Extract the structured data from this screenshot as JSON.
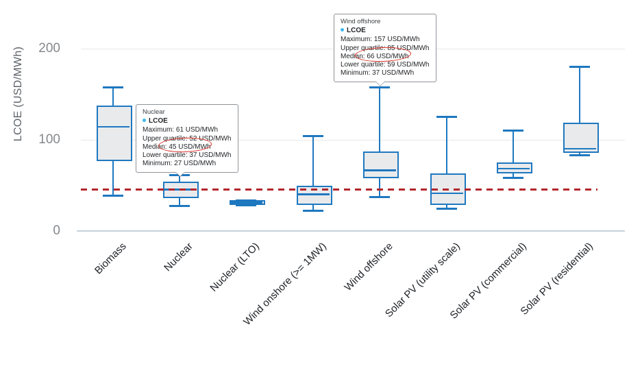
{
  "chart_data": {
    "type": "boxplot",
    "title": "",
    "xlabel": "",
    "ylabel": "LCOE (USD/MWh)",
    "unit": "USD/MWh",
    "ylim": [
      0,
      208
    ],
    "yticks": [
      200,
      100,
      0
    ],
    "ytick_labels": [
      "200",
      "100",
      "0"
    ],
    "grid": "horizontal",
    "legend_position": "none",
    "categories": [
      "Biomass",
      "Nuclear",
      "Nuclear (LTO)",
      "Wind onshore (>= 1MW)",
      "Wind offshore",
      "Solar PV (utility scale)",
      "Solar PV (commercial)",
      "Solar PV (residential)"
    ],
    "series": [
      {
        "name": "LCOE",
        "boxes": [
          {
            "category": "Biomass",
            "min": 38,
            "q1": 78,
            "median": 114,
            "q3": 136,
            "max": 157
          },
          {
            "category": "Nuclear",
            "min": 27,
            "q1": 37,
            "median": 45,
            "q3": 52,
            "max": 61
          },
          {
            "category": "Nuclear (LTO)",
            "min": 28,
            "q1": 30,
            "median": 31,
            "q3": 32,
            "max": 33
          },
          {
            "category": "Wind onshore (>= 1MW)",
            "min": 22,
            "q1": 30,
            "median": 40,
            "q3": 48,
            "max": 104
          },
          {
            "category": "Wind offshore",
            "min": 37,
            "q1": 59,
            "median": 66,
            "q3": 85,
            "max": 157
          },
          {
            "category": "Solar PV (utility scale)",
            "min": 24,
            "q1": 30,
            "median": 41,
            "q3": 61,
            "max": 125
          },
          {
            "category": "Solar PV (commercial)",
            "min": 58,
            "q1": 64,
            "median": 68,
            "q3": 73,
            "max": 110
          },
          {
            "category": "Solar PV (residential)",
            "min": 83,
            "q1": 87,
            "median": 90,
            "q3": 117,
            "max": 180
          }
        ]
      }
    ],
    "reference_line": {
      "value": 45,
      "style": "dashed",
      "color": "#b2262b"
    },
    "colors": {
      "box_stroke": "#1e78c0",
      "box_fill": "#e9eaec",
      "reference_line": "#b2262b",
      "annotation_circle": "#d93025",
      "series_bullet": "#3cb9e8",
      "gridline": "#e8e8e8",
      "axis_line": "#c8d1dc",
      "ytick_text": "#84888c",
      "axis_title_text": "#5f6368",
      "xlabel_text": "#202328"
    }
  },
  "tooltips": [
    {
      "category": "Nuclear",
      "series_name": "LCOE",
      "lines": [
        "Maximum: 61 USD/MWh",
        "Upper quartile: 52 USD/MWh",
        "Median: 45 USD/MWh",
        "Lower quartile: 37 USD/MWh",
        "Minimum: 27 USD/MWh"
      ],
      "circled_text": "45 USD/MWh"
    },
    {
      "category": "Wind offshore",
      "series_name": "LCOE",
      "lines": [
        "Maximum: 157 USD/MWh",
        "Upper quartile: 85 USD/MWh",
        "Median: 66 USD/MWh",
        "Lower quartile: 59 USD/MWh",
        "Minimum: 37 USD/MWh"
      ],
      "circled_text": "66 USD/MWh"
    }
  ]
}
